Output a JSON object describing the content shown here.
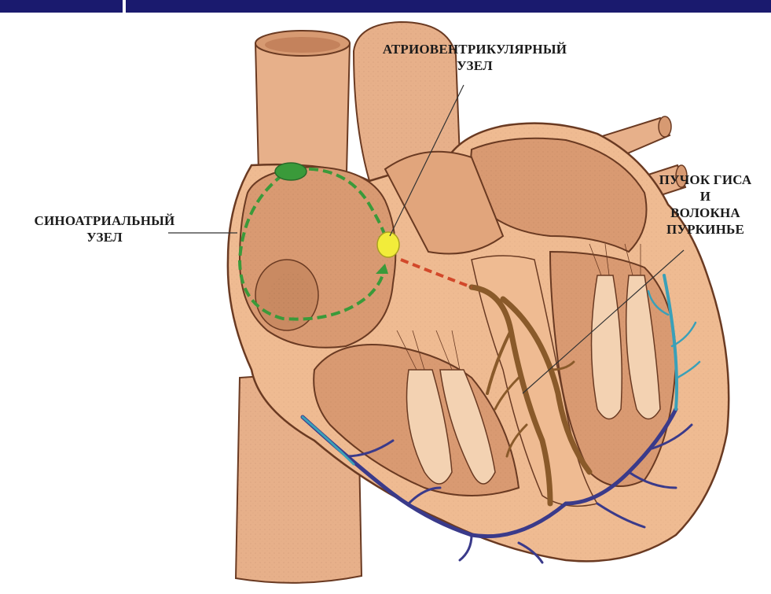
{
  "labels": {
    "av_node": [
      "АТРИОВЕНТРИКУЛЯРНЫЙ",
      "УЗЕЛ"
    ],
    "sa_node": [
      "СИНОАТРИАЛЬНЫЙ",
      "УЗЕЛ"
    ],
    "his_purkinje": [
      "ПУЧОК ГИСА",
      "И",
      "ВОЛОКНА",
      "ПУРКИНЬЕ"
    ]
  },
  "colors": {
    "tissue": "#e9b48a",
    "tissue_dark": "#c98a62",
    "chamber": "#f0c49c",
    "sa_node": "#3a9a3a",
    "av_node": "#f2ec3a",
    "conduction_path_green": "#3a9a3a",
    "conduction_path_red": "#d2482a",
    "his_bundle": "#8a5a2a",
    "purkinje_blue": "#3a3a8a",
    "purkinje_teal": "#3aa0b8"
  }
}
